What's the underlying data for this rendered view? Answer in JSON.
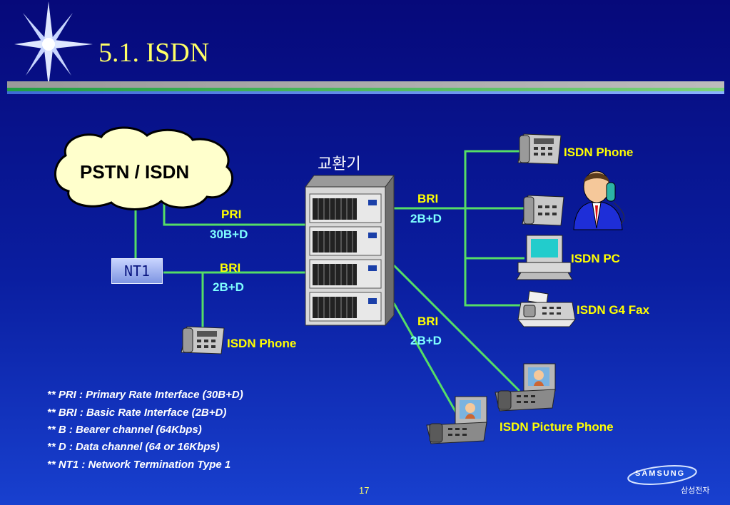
{
  "title": "5.1. ISDN",
  "cloud": {
    "label": "PSTN / ISDN"
  },
  "switch": {
    "label": "교환기"
  },
  "nt1": {
    "label": "NT1"
  },
  "links": {
    "pri": {
      "name": "PRI",
      "channels": "30B+D"
    },
    "bri_left": {
      "name": "BRI",
      "channels": "2B+D"
    },
    "bri_right_top": {
      "name": "BRI",
      "channels": "2B+D"
    },
    "bri_right_bottom": {
      "name": "BRI",
      "channels": "2B+D"
    }
  },
  "devices": {
    "isdn_phone_left": "ISDN Phone",
    "isdn_phone_right": "ISDN Phone",
    "isdn_pc": "ISDN PC",
    "isdn_fax": "ISDN G4 Fax",
    "isdn_picture_phone": "ISDN Picture Phone"
  },
  "notes": [
    "** PRI : Primary Rate Interface (30B+D)",
    "** BRI : Basic Rate Interface (2B+D)",
    "** B : Bearer channel (64Kbps)",
    "** D : Data channel (64 or 16Kbps)",
    "** NT1 : Network Termination Type 1"
  ],
  "footer": {
    "page": "17",
    "logo": "SAMSUNG",
    "company": "삼성전자"
  },
  "colors": {
    "title": "#ffff66",
    "line": "#55dd66",
    "label_yellow": "#ffff00",
    "label_cyan": "#7fffff"
  }
}
